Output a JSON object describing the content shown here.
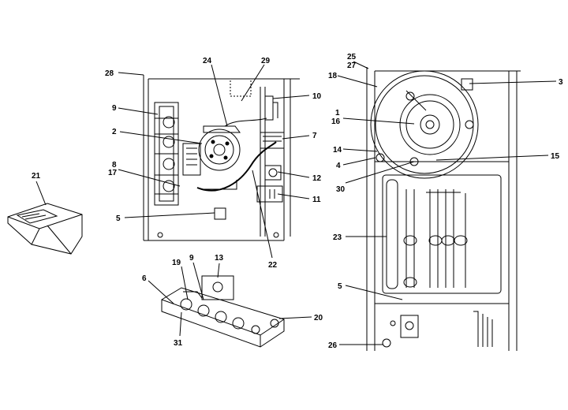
{
  "diagram": {
    "callouts": {
      "c28": "28",
      "c24": "24",
      "c29": "29",
      "c9a": "9",
      "c10": "10",
      "c2": "2",
      "c7": "7",
      "c8": "8",
      "c17": "17",
      "c12": "12",
      "c11": "11",
      "c5a": "5",
      "c22": "22",
      "c21": "21",
      "c25": "25",
      "c27": "27",
      "c18": "18",
      "c3": "3",
      "c1": "1",
      "c16": "16",
      "c14": "14",
      "c4": "4",
      "c15": "15",
      "c30": "30",
      "c23": "23",
      "c5b": "5",
      "c26": "26",
      "c19": "19",
      "c9b": "9",
      "c13": "13",
      "c6": "6",
      "c31": "31",
      "c20": "20"
    }
  }
}
